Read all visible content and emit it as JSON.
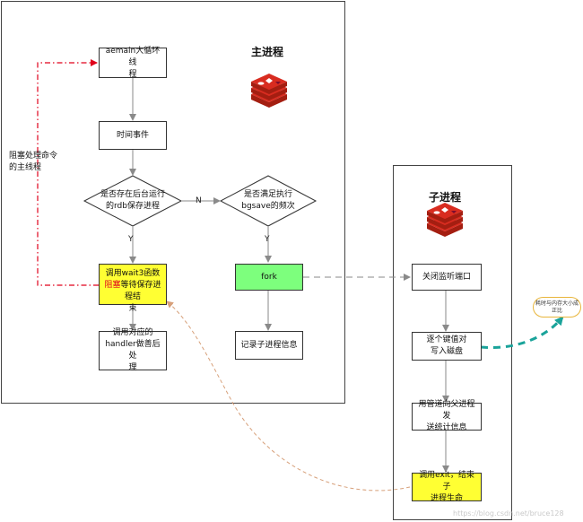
{
  "main_process": {
    "title": "主进程",
    "nodes": {
      "aemain_loop": "aemain大循环线\n程",
      "time_event": "时间事件",
      "check_bg_rdb": "是否存在后台运行\n的rdb保存进程",
      "check_bgsave": "是否满足执行\nbgsave的频次",
      "wait3_part1": "调用wait3函数",
      "wait3_red": "阻塞",
      "wait3_part2": "等待保存进程结\n束",
      "fork": "fork",
      "handler": "调用对应的\nhandler做善后处\n理",
      "record_child": "记录子进程信息"
    },
    "labels": {
      "y_left": "Y",
      "y_right": "Y",
      "n": "N"
    },
    "side_note": "阻塞处理命令\n的主线程"
  },
  "child_process": {
    "title": "子进程",
    "nodes": {
      "close_port": "关闭监听端口",
      "write_disk": "逐个键值对\n写入磁盘",
      "send_stats": "用管道向父进程发\n送统计信息",
      "exit_child": "调用exit，结束子\n进程生命"
    }
  },
  "bubble": "耗时与内存大小成\n正比",
  "watermark": "https://blog.csdn.net/bruce128",
  "colors": {
    "red": "#e0001b",
    "green": "#7dff7d",
    "yellow": "#ffff33",
    "teal": "#1aa39a",
    "orange": "#e8b53a",
    "tan": "#d7a07a"
  },
  "icons": [
    "redis-logo-icon"
  ]
}
